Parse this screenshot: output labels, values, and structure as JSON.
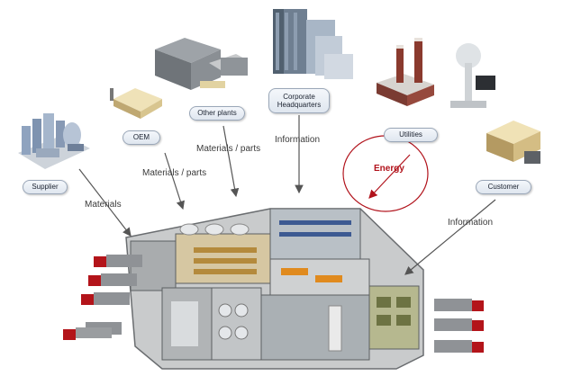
{
  "nodes": {
    "supplier": "Supplier",
    "oem": "OEM",
    "other_plants": "Other plants",
    "corporate_hq": "Corporate Headquarters",
    "utilities": "Utilities",
    "customer": "Customer"
  },
  "flows": {
    "supplier_materials": "Materials",
    "oem_materials_parts": "Materials / parts",
    "other_plants_materials_parts": "Materials / parts",
    "hq_information": "Information",
    "utilities_energy": "Energy",
    "customer_information": "Information"
  },
  "colors": {
    "arrow": "#555555",
    "energy_accent": "#b1121b",
    "label_border": "#9aa7b8",
    "floor": "#c9cbcc",
    "truck_cab": "#b3141a"
  }
}
